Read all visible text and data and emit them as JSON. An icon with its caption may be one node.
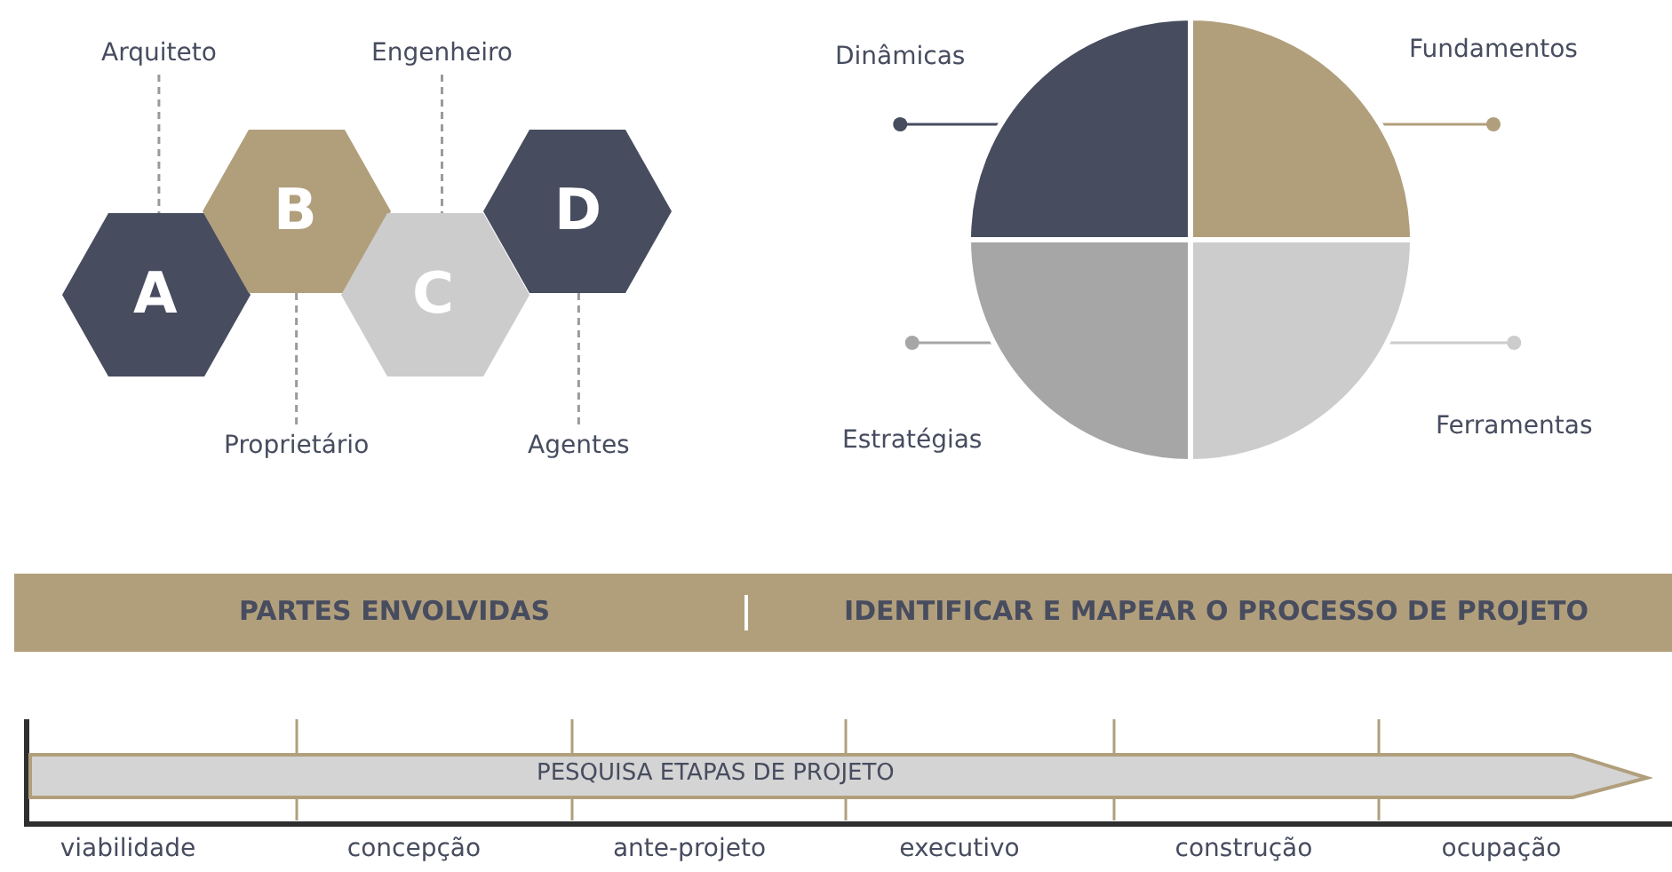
{
  "diagram": {
    "nodes": [
      {
        "text": [
          "Arquiteto"
        ]
      },
      {
        "text": [
          "Engenheiro"
        ]
      },
      {
        "text": [
          "A"
        ]
      },
      {
        "text": [
          "B"
        ]
      },
      {
        "text": [
          "C"
        ]
      },
      {
        "text": [
          "D"
        ]
      },
      {
        "text": [
          "Proprietário"
        ]
      },
      {
        "text": [
          "Agentes"
        ]
      },
      {
        "text": [
          "Dinâmicas"
        ]
      },
      {
        "text": [
          "Fundamentos"
        ]
      },
      {
        "text": [],
        "shape": "puzzle"
      },
      {
        "text": [],
        "shape": "puzzle"
      },
      {
        "text": [],
        "shape": "puzzle"
      },
      {
        "text": [],
        "shape": "puzzle"
      },
      {
        "text": [
          "Estratégias"
        ]
      },
      {
        "text": [
          "Ferramentas"
        ]
      },
      {
        "text": [
          "PARTES ENVOLVIDAS",
          "IDENTIFICAR E MAPEAR O PROCESSO DE PROJETO"
        ]
      },
      {
        "text": [
          "PESQUISA ETAPAS DE PROJETO"
        ]
      }
    ],
    "edges": [
      {
        "from": 0,
        "to": 2,
        "arrow": "none",
        "style": "dashed"
      },
      {
        "from": 1,
        "to": 4,
        "arrow": "none",
        "style": "dashed"
      },
      {
        "from": 6,
        "to": 3,
        "arrow": "none",
        "style": "dashed"
      },
      {
        "from": 7,
        "to": 5,
        "arrow": "none",
        "style": "dashed"
      },
      {
        "from": 8,
        "to": 10,
        "arrow": "other",
        "color": "#474c5f"
      },
      {
        "from": 9,
        "to": 11,
        "arrow": "other",
        "color": "#b19f7c"
      },
      {
        "from": 14,
        "to": 12,
        "arrow": "other",
        "color": "#a6a6a6"
      },
      {
        "from": 15,
        "to": 13,
        "arrow": "other",
        "color": "#cccccc"
      }
    ],
    "labels": [
      "viabilidade",
      "concepção",
      "ante-projeto",
      "executivo",
      "construção",
      "ocupação"
    ]
  }
}
